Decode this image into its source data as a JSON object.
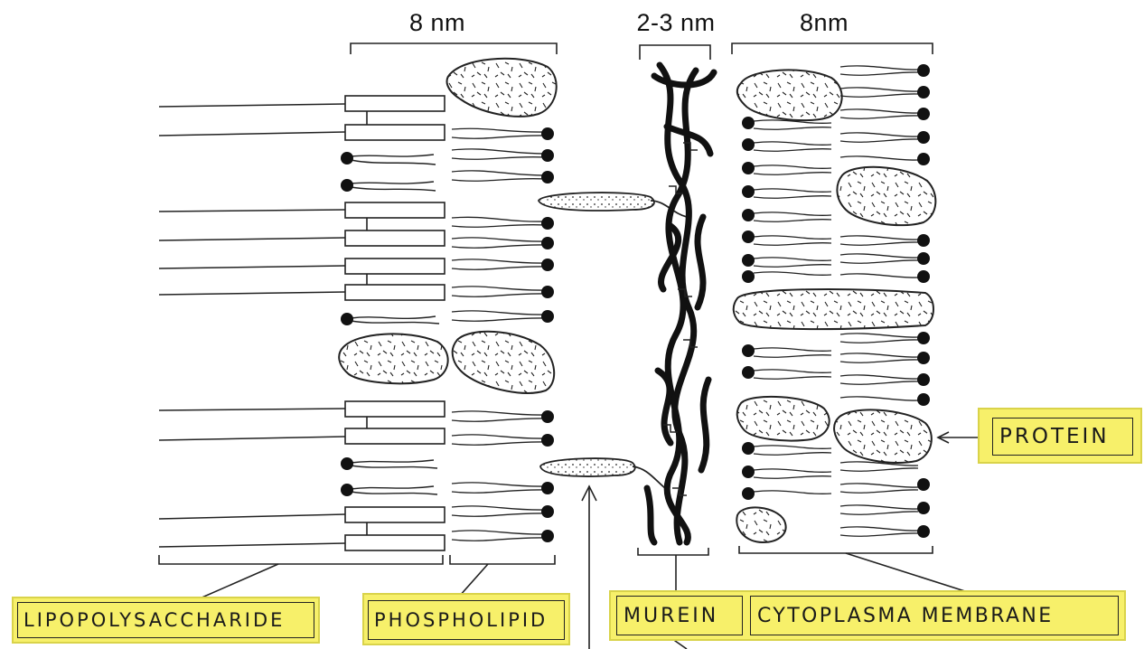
{
  "dimensions": {
    "outer_membrane": "8 nm",
    "murein": "2-3 nm",
    "cytoplasma_membrane": "8nm"
  },
  "labels": {
    "lipopolysaccharide": "LIPOPOLYSACCHARIDE",
    "phospholipid": "PHOSPHOLIPID",
    "murein": "MUREIN",
    "cytoplasma_membrane": "CYTOPLASMA MEMBRANE",
    "protein": "PROTEIN"
  },
  "colors": {
    "highlight": "#f7f06a",
    "ink": "#1a1a1a"
  }
}
